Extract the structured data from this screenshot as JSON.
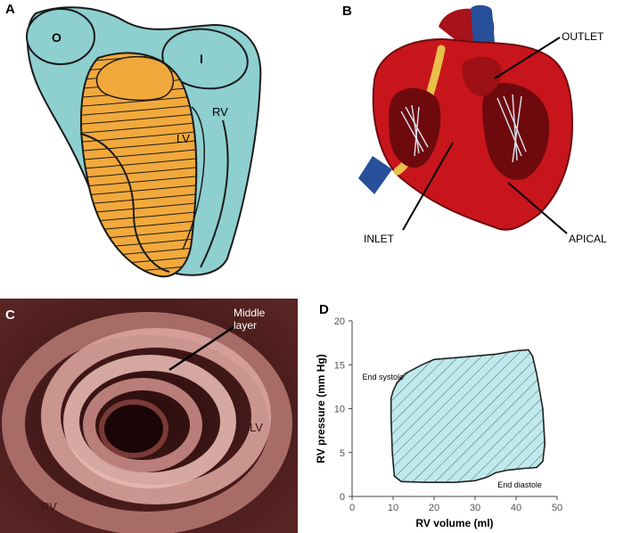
{
  "panels": {
    "a": {
      "letter": "A",
      "labels": {
        "o": "O",
        "i": "I",
        "rv": "RV",
        "lv": "LV"
      },
      "colors": {
        "rv_fill": "#8ecfcf",
        "lv_fill": "#f2a93b",
        "outline": "#1a1a1a"
      }
    },
    "b": {
      "letter": "B",
      "labels": {
        "outlet": "OUTLET",
        "inlet": "INLET",
        "apical": "APICAL"
      },
      "colors": {
        "myocardium": "#c8151b",
        "dark": "#6e0a0e",
        "fat": "#e8c04a",
        "vessel": "#274f9a"
      }
    },
    "c": {
      "letter": "C",
      "labels": {
        "middle_layer_line1": "Middle",
        "middle_layer_line2": "layer",
        "lv": "LV",
        "rv": "RV"
      },
      "colors": {
        "tissue": "#c88b86",
        "background": "#3a1414"
      }
    },
    "d": {
      "letter": "D",
      "labels": {
        "end_systole": "End systole",
        "end_diastole": "End diastole"
      },
      "colors": {
        "loop_fill": "#bfe9ec",
        "hatch": "#4a6a6c"
      },
      "chart_data": {
        "type": "area",
        "title": "",
        "xlabel": "RV volume (ml)",
        "ylabel": "RV pressure (mm Hg)",
        "xlim": [
          0,
          50
        ],
        "ylim": [
          0,
          20
        ],
        "x_ticks": [
          "0",
          "10",
          "20",
          "30",
          "40",
          "50"
        ],
        "y_ticks": [
          "0",
          "5",
          "10",
          "15",
          "20"
        ],
        "grid": false,
        "legend": "none",
        "series": [
          {
            "points": [
              [
                9.5,
                11.2
              ],
              [
                10,
                12
              ],
              [
                11,
                13
              ],
              [
                13,
                14
              ],
              [
                17,
                15
              ],
              [
                20,
                15.6
              ],
              [
                25,
                15.8
              ],
              [
                30,
                16
              ],
              [
                35,
                16.2
              ],
              [
                40,
                16.6
              ],
              [
                43,
                16.7
              ],
              [
                44,
                16
              ],
              [
                45,
                14
              ],
              [
                46.5,
                10
              ],
              [
                47,
                6
              ],
              [
                46.5,
                4
              ],
              [
                45,
                3.3
              ],
              [
                42,
                3.2
              ],
              [
                38,
                3.0
              ],
              [
                35,
                2.7
              ],
              [
                33,
                2.2
              ],
              [
                30,
                1.8
              ],
              [
                25,
                1.6
              ],
              [
                18,
                1.6
              ],
              [
                12,
                1.7
              ],
              [
                10.3,
                2.3
              ],
              [
                9.8,
                5
              ],
              [
                9.5,
                9
              ]
            ]
          }
        ]
      }
    }
  }
}
